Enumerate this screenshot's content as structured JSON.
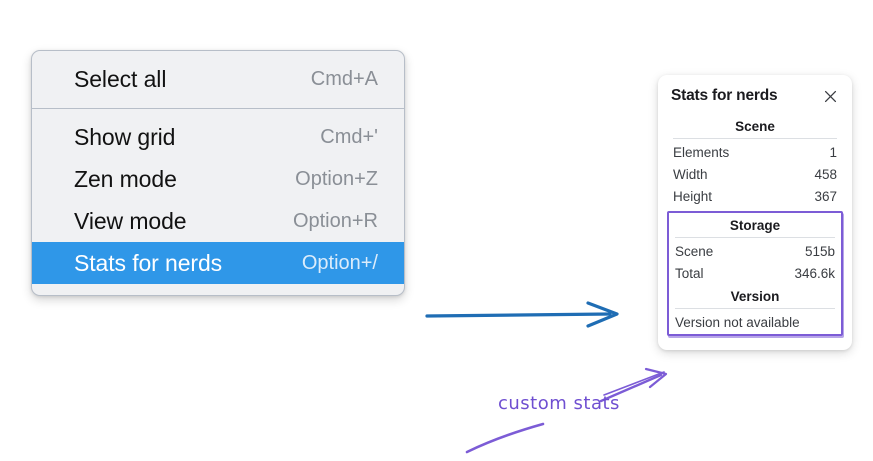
{
  "context_menu": {
    "groups": [
      {
        "items": [
          {
            "label": "Select all",
            "shortcut": "Cmd+A",
            "selected": false
          }
        ]
      },
      {
        "items": [
          {
            "label": "Show grid",
            "shortcut": "Cmd+'",
            "selected": false
          },
          {
            "label": "Zen mode",
            "shortcut": "Option+Z",
            "selected": false
          },
          {
            "label": "View mode",
            "shortcut": "Option+R",
            "selected": false
          },
          {
            "label": "Stats for nerds",
            "shortcut": "Option+/",
            "selected": true
          }
        ]
      }
    ]
  },
  "stats_panel": {
    "title": "Stats for nerds",
    "close_icon": "close-icon",
    "scene": {
      "heading": "Scene",
      "rows": [
        {
          "key": "Elements",
          "value": "1"
        },
        {
          "key": "Width",
          "value": "458"
        },
        {
          "key": "Height",
          "value": "367"
        }
      ]
    },
    "storage": {
      "heading": "Storage",
      "rows": [
        {
          "key": "Scene",
          "value": "515b"
        },
        {
          "key": "Total",
          "value": "346.6k"
        }
      ]
    },
    "version": {
      "heading": "Version",
      "note": "Version not available"
    }
  },
  "annotations": {
    "custom_stats_label": "custom stats",
    "arrow_blue_color": "#1f6db4",
    "arrow_purple_color": "#7c5cd6"
  },
  "colors": {
    "menu_background": "#f0f1f3",
    "menu_border": "#b7bec8",
    "selection_blue": "#2f97e8",
    "annotation_purple": "#7c5cd6",
    "panel_background": "#ffffff"
  }
}
